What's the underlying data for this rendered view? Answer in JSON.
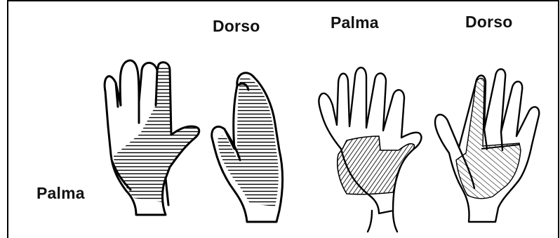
{
  "labels": {
    "palma_left": "Palma",
    "dorso_top_left": "Dorso",
    "palma_top_right": "Palma",
    "dorso_top_right": "Dorso"
  }
}
